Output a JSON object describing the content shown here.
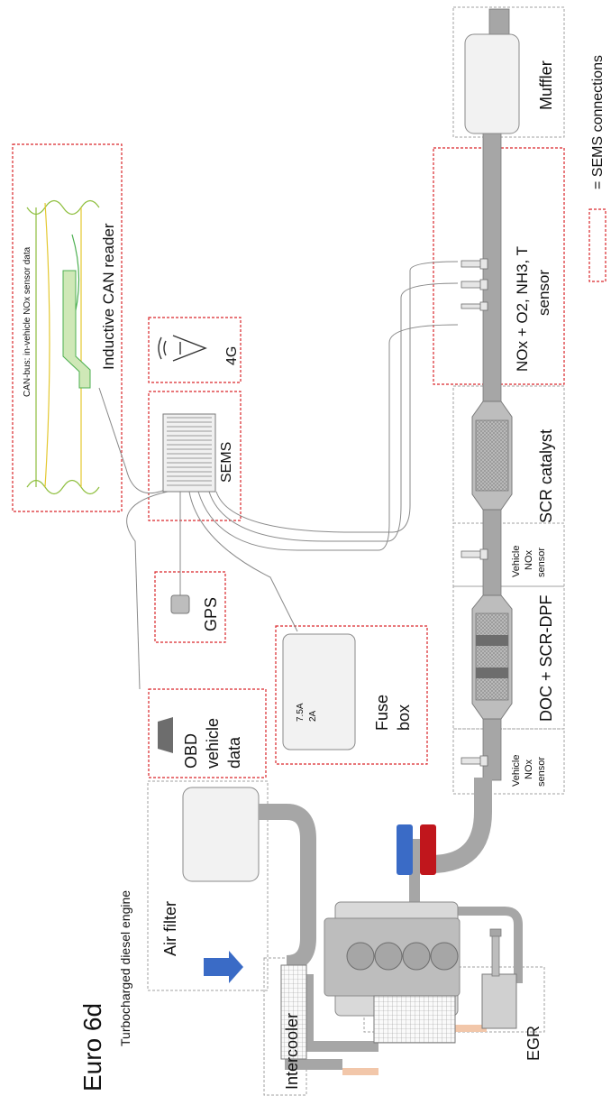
{
  "title": "Euro 6d",
  "subtitle": "Turbocharged diesel engine",
  "legend": {
    "label": "= SEMS connections",
    "swatch_color": "#d9262a"
  },
  "colors": {
    "sems_border": "#d9262a",
    "group_border": "#9a9a9a",
    "intake_blue": "#3a6bc6",
    "exhaust_red": "#c0161c",
    "pipe": "#a6a6a6",
    "egr_pipe": "#f2c7aa"
  },
  "components": {
    "air_filter": "Air filter",
    "intercooler": "Intercooler",
    "egr": "EGR",
    "obd": [
      "OBD",
      "vehicle",
      "data"
    ],
    "gps": "GPS",
    "fuse_box": [
      "Fuse",
      "box"
    ],
    "fuse_values": [
      "7.5A",
      "2A"
    ],
    "sems": "SEMS",
    "fourg": "4G",
    "can_reader": "Inductive CAN reader",
    "can_bus_note": "CAN-bus: in-vehicle NOx sensor data",
    "doc_scr_dpf": "DOC + SCR-DPF",
    "scr_catalyst": "SCR catalyst",
    "multi_sensor": [
      "NOx + O2, NH3, T",
      "sensor"
    ],
    "muffler": "Muffler",
    "vehicle_nox_sensor": [
      "Vehicle",
      "NOx",
      "sensor"
    ]
  }
}
